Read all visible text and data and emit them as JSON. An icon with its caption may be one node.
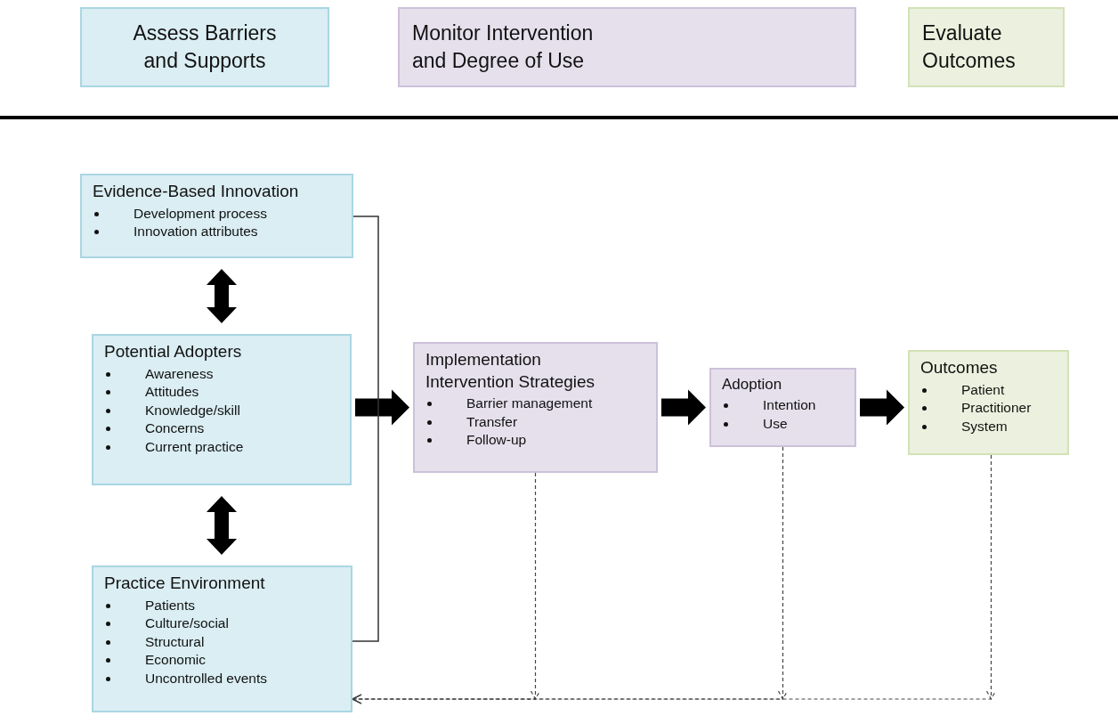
{
  "diagram": {
    "nodes": [
      {
        "text": [
          "Assess Barriers and Supports"
        ]
      },
      {
        "text": [
          "Monitor Intervention and Degree of Use"
        ]
      },
      {
        "text": [
          "Evaluate Outcomes"
        ]
      },
      {
        "text": [
          "Evidence-Based Innovation",
          "Development process",
          "Innovation attributes"
        ]
      },
      {
        "text": [
          "Potential Adopters",
          "Awareness",
          "Attitudes",
          "Knowledge/skill",
          "Concerns",
          "Current practice"
        ]
      },
      {
        "text": [
          "Practice Environment",
          "Patients",
          "Culture/social",
          "Structural",
          "Economic",
          "Uncontrolled events"
        ]
      },
      {
        "text": [
          "Implementation Intervention Strategies",
          "Barrier management",
          "Transfer",
          "Follow-up"
        ]
      },
      {
        "text": [
          "Adoption",
          "Intention",
          "Use"
        ]
      },
      {
        "text": [
          "Outcomes",
          "Patient",
          "Practitioner",
          "System"
        ]
      }
    ],
    "edges": [
      {
        "from": 3,
        "to": 4,
        "arrow": "both",
        "style": "thick"
      },
      {
        "from": 4,
        "to": 5,
        "arrow": "both",
        "style": "thick"
      },
      {
        "from": 4,
        "to": 6,
        "arrow": "to",
        "style": "thick"
      },
      {
        "from": 3,
        "to": 5,
        "arrow": "none"
      },
      {
        "from": 6,
        "to": 7,
        "arrow": "to",
        "style": "thick"
      },
      {
        "from": 7,
        "to": 8,
        "arrow": "to",
        "style": "thick"
      },
      {
        "from": 6,
        "to": 5,
        "arrow": "to",
        "style": "dashed"
      },
      {
        "from": 7,
        "to": 5,
        "arrow": "to",
        "style": "dashed"
      },
      {
        "from": 8,
        "to": 5,
        "arrow": "to",
        "style": "dashed"
      }
    ]
  }
}
